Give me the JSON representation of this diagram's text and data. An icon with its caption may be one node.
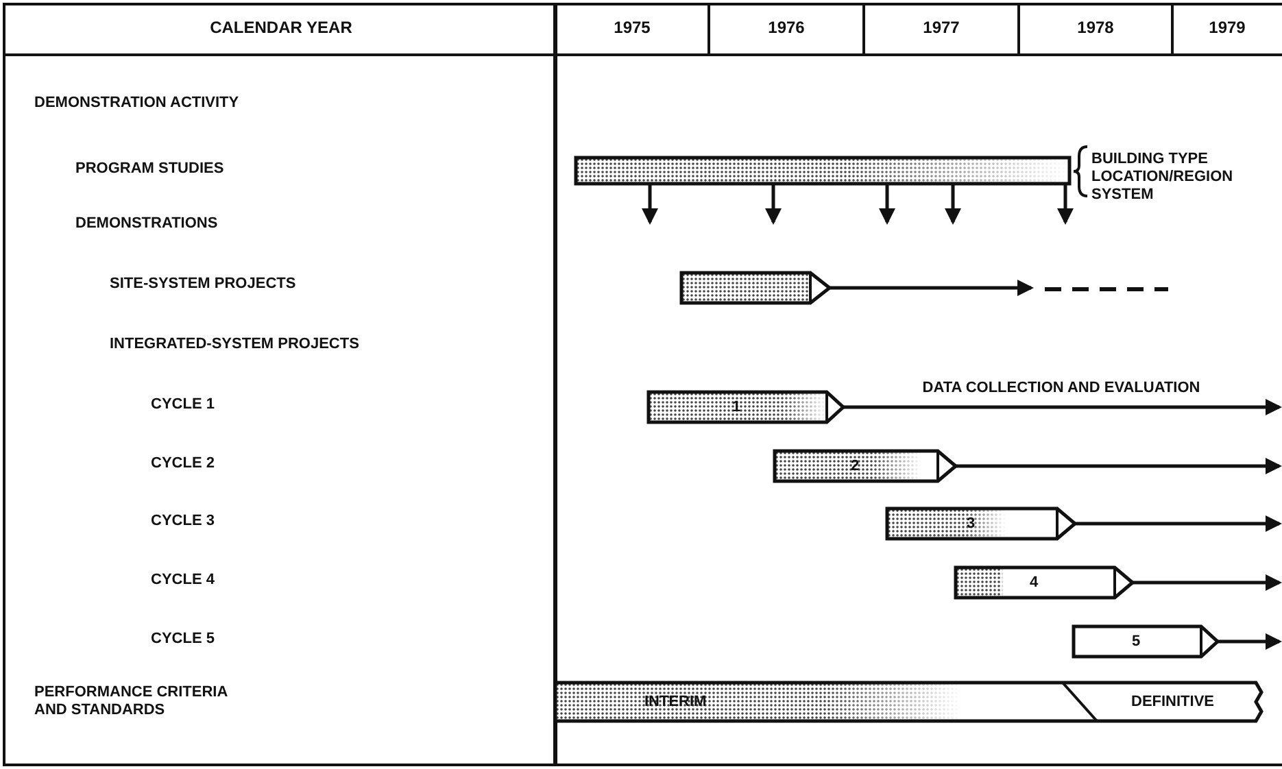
{
  "diagram": {
    "nodes": [
      {
        "text": [],
        "shape": "bar"
      },
      {
        "text": [],
        "shape": "bar"
      },
      {
        "text": [
          "1"
        ]
      },
      {
        "text": [
          "2"
        ]
      },
      {
        "text": [
          "3"
        ]
      },
      {
        "text": [
          "4"
        ]
      },
      {
        "text": [
          "5"
        ]
      },
      {
        "text": [
          "INTERIM",
          "DEFINITIVE"
        ]
      }
    ],
    "edges": [
      {
        "from": 0,
        "to": null,
        "arrow": "to"
      },
      {
        "from": 0,
        "to": null,
        "arrow": "to"
      },
      {
        "from": 0,
        "to": null,
        "arrow": "to"
      },
      {
        "from": 0,
        "to": null,
        "arrow": "to"
      },
      {
        "from": 0,
        "to": null,
        "arrow": "to"
      },
      {
        "from": 1,
        "to": null,
        "arrow": "to"
      },
      {
        "from": 2,
        "to": null,
        "arrow": "to",
        "label": "DATA COLLECTION AND EVALUATION"
      },
      {
        "from": 3,
        "to": null,
        "arrow": "to"
      },
      {
        "from": 4,
        "to": null,
        "arrow": "to"
      },
      {
        "from": 5,
        "to": null,
        "arrow": "to"
      },
      {
        "from": 6,
        "to": null,
        "arrow": "to"
      }
    ],
    "labels": [
      "CALENDAR YEAR",
      "1975",
      "1976",
      "1977",
      "1978",
      "1979",
      "DEMONSTRATION ACTIVITY",
      "PROGRAM STUDIES",
      "BUILDING TYPE LOCATION/REGION SYSTEM",
      "DEMONSTRATIONS",
      "SITE-SYSTEM PROJECTS",
      "INTEGRATED-SYSTEM PROJECTS",
      "CYCLE 1",
      "CYCLE 2",
      "CYCLE 3",
      "CYCLE 4",
      "CYCLE 5",
      "PERFORMANCE CRITERIA AND STANDARDS"
    ]
  }
}
